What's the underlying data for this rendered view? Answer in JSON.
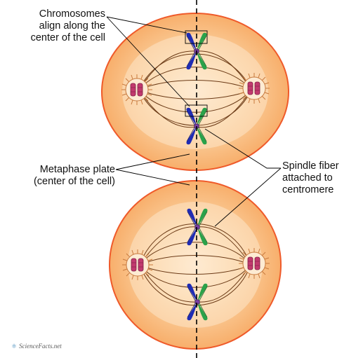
{
  "labels": {
    "chromosomes": [
      "Chromosomes",
      "align along the",
      "center of the cell"
    ],
    "metaphase_plate": [
      "Metaphase plate",
      "(center of the cell)"
    ],
    "spindle_fiber": [
      "Spindle fiber",
      "attached to",
      "centromere"
    ]
  },
  "watermark": {
    "icon": "atom-logo-icon",
    "text": "ScienceFacts.net"
  },
  "colors": {
    "cell_fill": "#f9b16a",
    "cell_outline": "#ef5a2a",
    "cell_inner": "#fbe3c2",
    "chromatid_blue": "#1f2cb4",
    "chromatid_green": "#2aa24a",
    "centromere": "#7c3ea6",
    "centriole": "#c23a6e",
    "spindle_fiber": "#6b3a16",
    "equator_line": "#000000"
  },
  "cells": [
    {
      "name": "top-cell",
      "chromosomes": 2
    },
    {
      "name": "bottom-cell",
      "chromosomes": 2
    }
  ]
}
